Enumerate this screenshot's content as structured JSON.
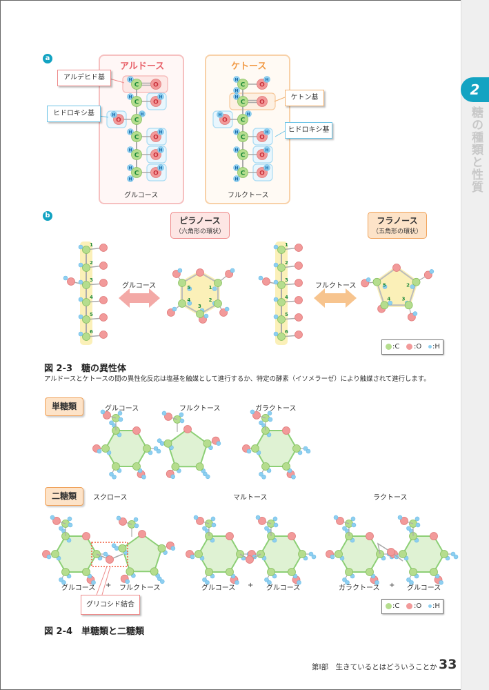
{
  "side": {
    "chapter_number": "2",
    "chapter_title": "糖の種類と性質"
  },
  "fig_a": {
    "badge": "a",
    "aldose": {
      "title": "アルドース",
      "name": "グルコース"
    },
    "ketose": {
      "title": "ケトース",
      "name": "フルクトース"
    },
    "callouts": {
      "aldehyde": "アルデヒド基",
      "hydroxy_left": "ヒドロキシ基",
      "ketone": "ケトン基",
      "hydroxy_right": "ヒドロキシ基"
    }
  },
  "fig_b": {
    "badge": "b",
    "pyranose": {
      "title": "ピラノース",
      "sub": "（六角形の環状）"
    },
    "furanose": {
      "title": "フラノース",
      "sub": "（五角形の環状）"
    },
    "arrow_glucose": "グルコース",
    "arrow_fructose": "フルクトース",
    "carbon_numbers": [
      "1",
      "2",
      "3",
      "4",
      "5",
      "6"
    ]
  },
  "atoms": {
    "c": "C",
    "o": "O",
    "h": "H"
  },
  "legend": {
    "c": ":C",
    "o": ":O",
    "h": ":H"
  },
  "colors": {
    "accent": "#13a3c2",
    "carbon": "#b5dd8e",
    "oxygen": "#f29a9a",
    "hydrogen": "#8ecff0",
    "aldose": "#f08d8d",
    "ketose": "#f5b070"
  },
  "caption_23": {
    "title": "図 2-3　糖の異性体",
    "text": "アルドースとケトースの間の異性化反応は塩基を触媒として進行するか、特定の酵素（イソメラーゼ）により触媒されて進行します。"
  },
  "fig_24": {
    "mono_label": "単糖類",
    "mono": [
      "グルコース",
      "フルクトース",
      "ガラクトース"
    ],
    "di_label": "二糖類",
    "di": [
      {
        "name": "スクロース",
        "left": "グルコース",
        "plus": "+",
        "right": "フルクトース"
      },
      {
        "name": "マルトース",
        "left": "グルコース",
        "plus": "+",
        "right": "グルコース"
      },
      {
        "name": "ラクトース",
        "left": "ガラクトース",
        "plus": "+",
        "right": "グルコース"
      }
    ],
    "glycosidic": "グリコシド結合"
  },
  "caption_24": {
    "title": "図 2-4　単糖類と二糖類"
  },
  "footer": {
    "part": "第Ⅰ部　生きているとはどういうことか",
    "page": "33"
  }
}
